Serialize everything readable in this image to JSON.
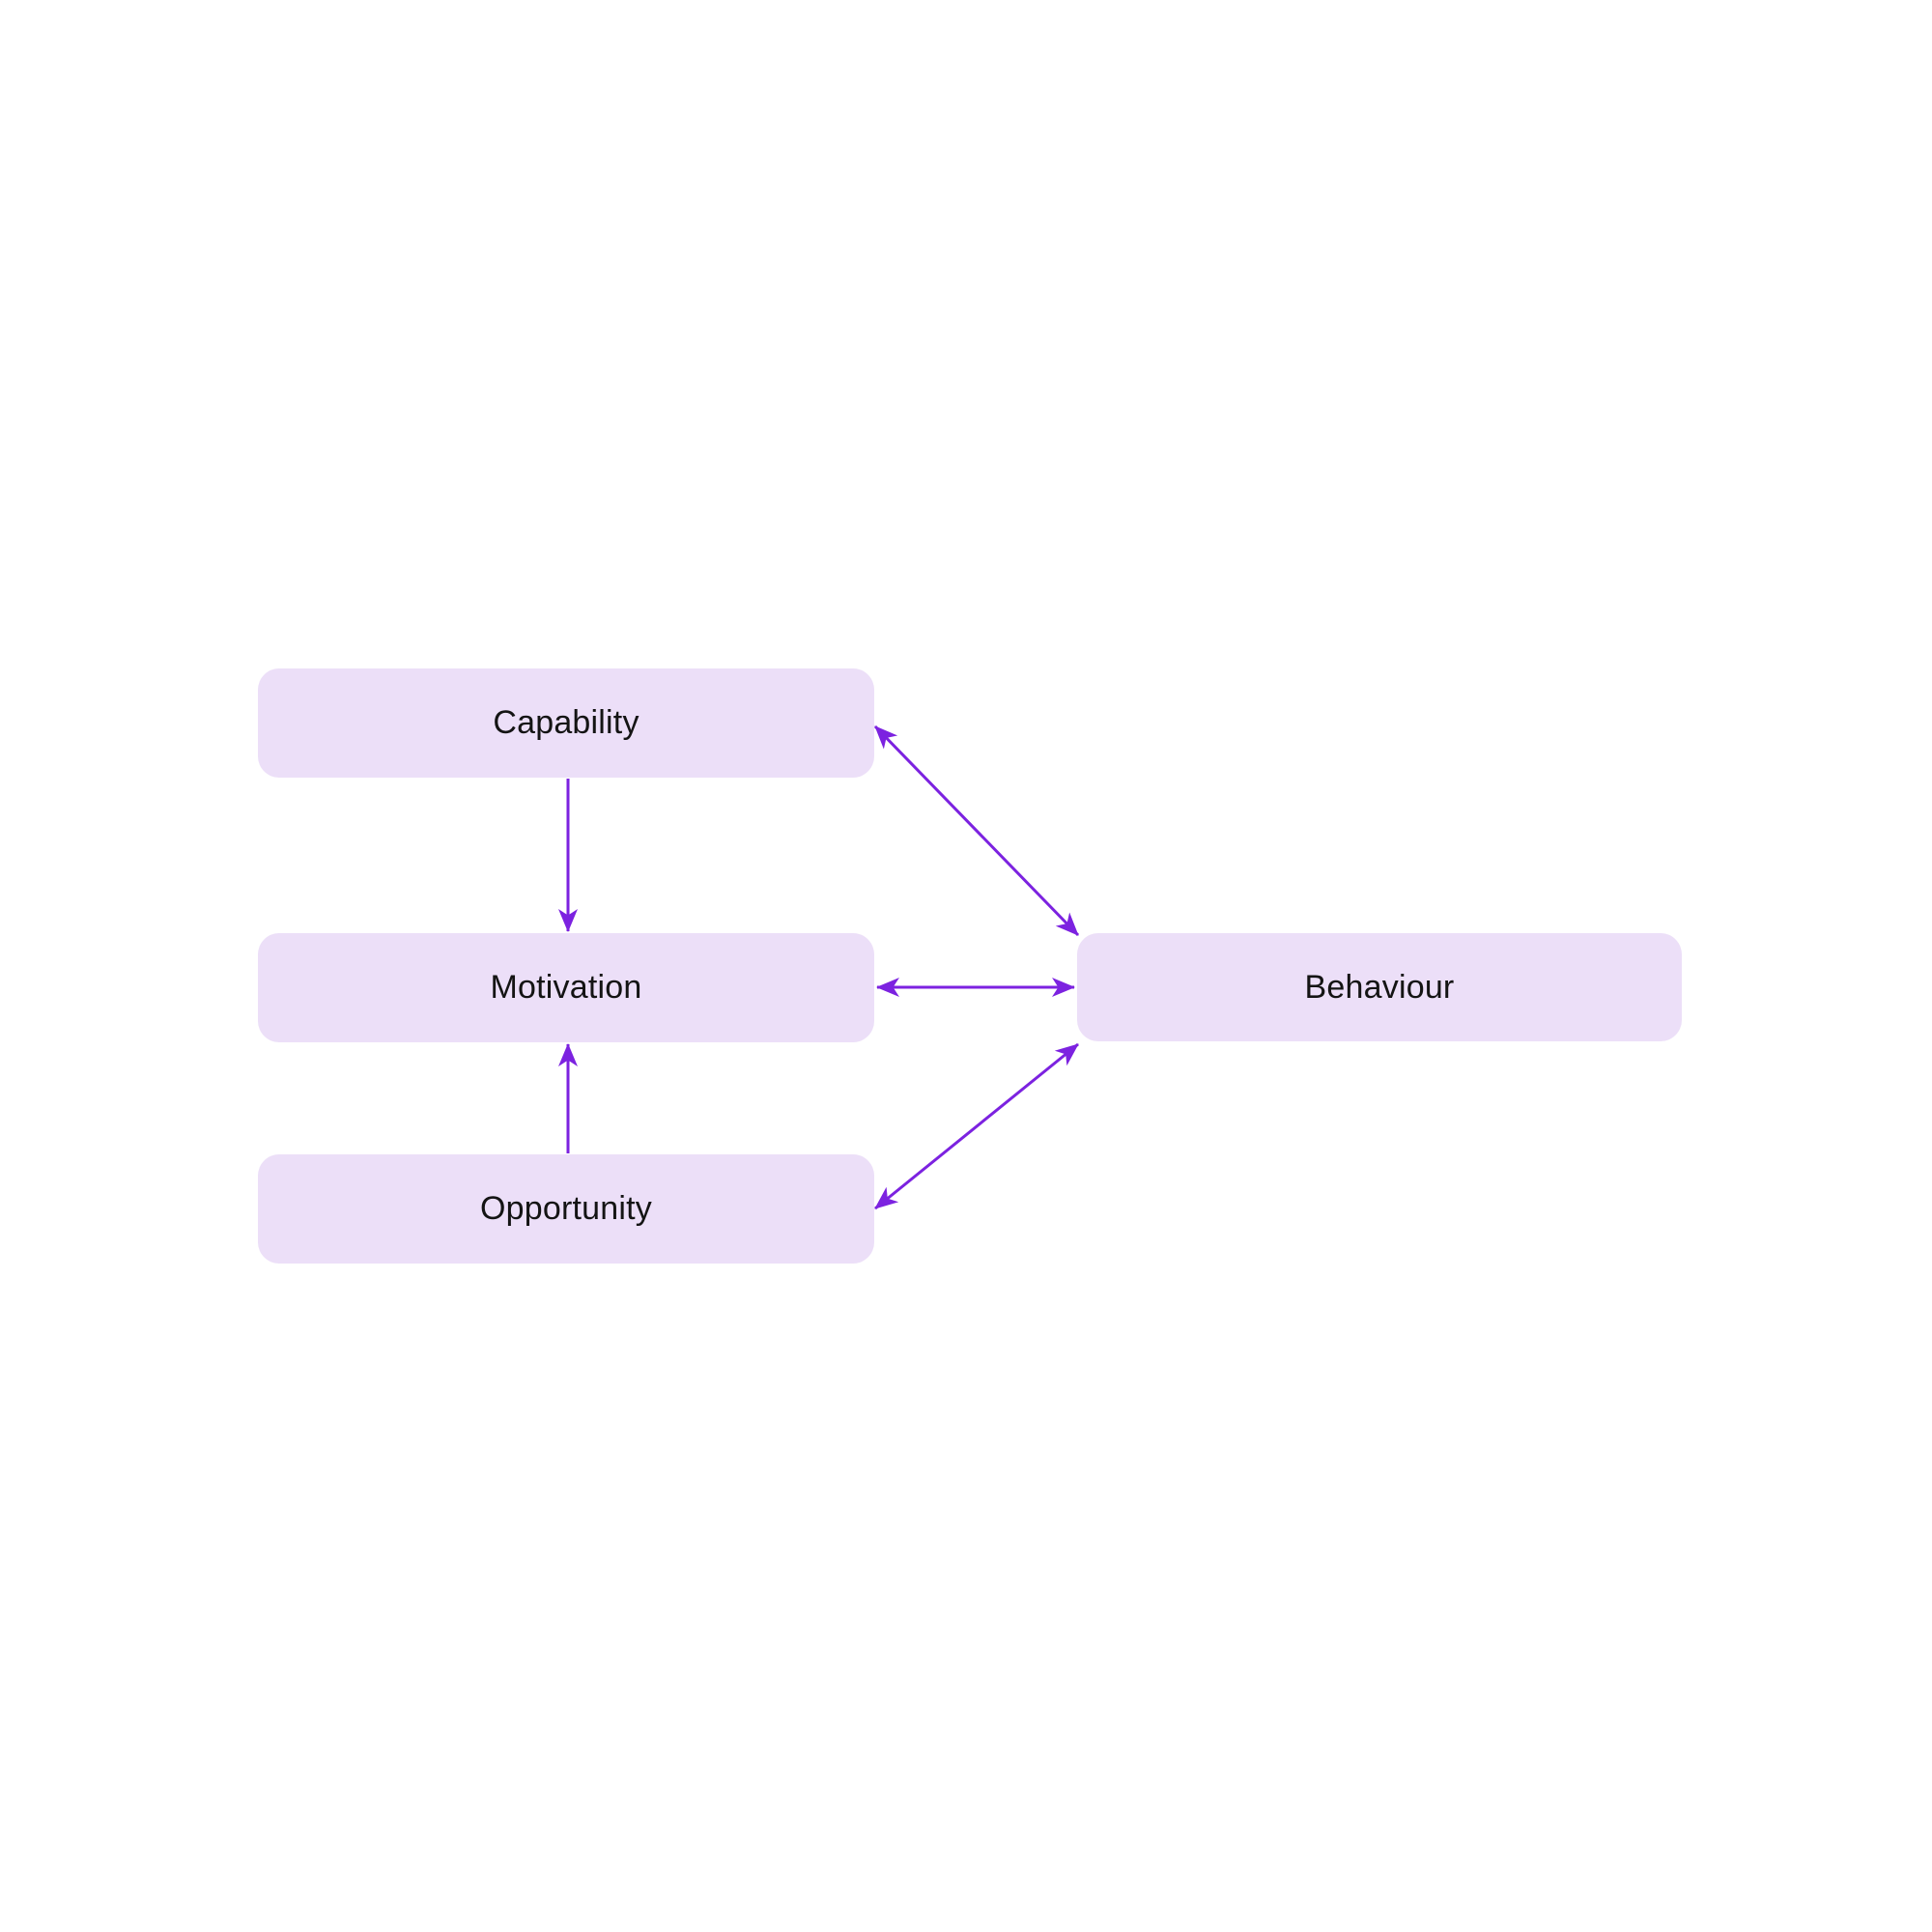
{
  "diagram": {
    "type": "flowchart",
    "nodes": [
      {
        "id": "capability",
        "label": "Capability"
      },
      {
        "id": "motivation",
        "label": "Motivation"
      },
      {
        "id": "opportunity",
        "label": "Opportunity"
      },
      {
        "id": "behaviour",
        "label": "Behaviour"
      }
    ],
    "edges": [
      {
        "from": "capability",
        "to": "motivation",
        "direction": "one-way"
      },
      {
        "from": "opportunity",
        "to": "motivation",
        "direction": "one-way"
      },
      {
        "from": "motivation",
        "to": "behaviour",
        "direction": "two-way"
      },
      {
        "from": "capability",
        "to": "behaviour",
        "direction": "two-way"
      },
      {
        "from": "opportunity",
        "to": "behaviour",
        "direction": "two-way"
      }
    ],
    "colors": {
      "node_fill": "#ECDFF8",
      "arrow": "#7C22E0",
      "label_text": "#141414",
      "background": "#FFFFFF"
    }
  }
}
